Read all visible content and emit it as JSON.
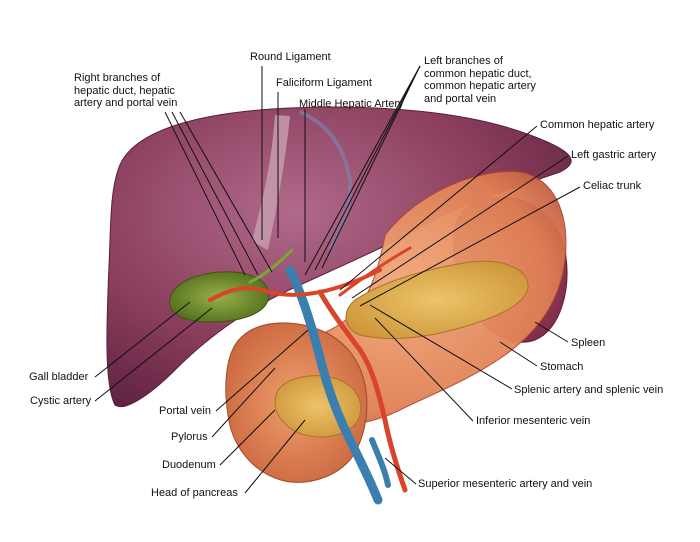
{
  "labels": {
    "round_ligament": "Round Ligament",
    "falciform_ligament": "Faliciform Ligament",
    "middle_hepatic_artery": "Middle Hepatic Artery",
    "right_branches": "Right branches of\nhepatic duct, hepatic\nartery and portal vein",
    "left_branches": "Left branches of\ncommon hepatic duct,\ncommon hepatic artery\nand portal vein",
    "common_hepatic_artery": "Common hepatic artery",
    "left_gastric_artery": "Left gastric artery",
    "celiac_trunk": "Celiac trunk",
    "spleen": "Spleen",
    "stomach": "Stomach",
    "splenic_artery_vein": "Splenic artery and splenic vein",
    "inferior_mesenteric_vein": "Inferior mesenteric vein",
    "superior_mesenteric": "Superior mesenteric artery and vein",
    "gall_bladder": "Gall bladder",
    "cystic_artery": "Cystic artery",
    "portal_vein": "Portal vein",
    "pylorus": "Pylorus",
    "duodenum": "Duodenum",
    "head_of_pancreas": "Head of pancreas"
  },
  "colors": {
    "liver": "#8a3d5c",
    "stomach": "#e08055",
    "pancreas": "#d9a84a",
    "gallbladder": "#6f8a2a",
    "artery": "#d9452a",
    "vein": "#3a7fb0",
    "leader_line": "#111111"
  }
}
